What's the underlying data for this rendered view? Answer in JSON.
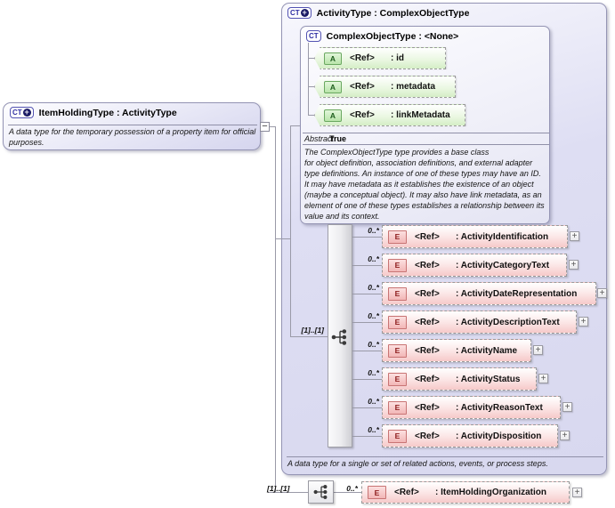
{
  "item_holding_type": {
    "title": "ItemHoldingType : ActivityType",
    "description": "A data type for the temporary possession of a property item for official\npurposes."
  },
  "activity_type": {
    "title": "ActivityType : ComplexObjectType",
    "footer_annotation": "A data type for a single or set of related actions, events, or process steps.",
    "base": {
      "title": "ComplexObjectType : <None>",
      "attributes": [
        {
          "ref": "<Ref>",
          "name": ": id"
        },
        {
          "ref": "<Ref>",
          "name": ": metadata"
        },
        {
          "ref": "<Ref>",
          "name": ": linkMetadata"
        }
      ],
      "abstract_label": "Abstract",
      "abstract_value": "True",
      "annotation": "The ComplexObjectType type provides a base class\nfor object definition, association definitions, and external adapter\ntype definitions. An instance of one of these types may have an ID.\nIt may have metadata as it establishes the existence of an object\n(maybe a conceptual object). It may also have link metadata, as an\nelement of one of these types establishes a relationship between its\nvalue and its context."
    },
    "sequence": {
      "cardinality": "[1]..[1]",
      "elements": [
        {
          "occurs": "0..*",
          "ref": "<Ref>",
          "name": ": ActivityIdentification"
        },
        {
          "occurs": "0..*",
          "ref": "<Ref>",
          "name": ": ActivityCategoryText"
        },
        {
          "occurs": "0..*",
          "ref": "<Ref>",
          "name": ": ActivityDateRepresentation"
        },
        {
          "occurs": "0..*",
          "ref": "<Ref>",
          "name": ": ActivityDescriptionText"
        },
        {
          "occurs": "0..*",
          "ref": "<Ref>",
          "name": ": ActivityName"
        },
        {
          "occurs": "0..*",
          "ref": "<Ref>",
          "name": ": ActivityStatus"
        },
        {
          "occurs": "0..*",
          "ref": "<Ref>",
          "name": ": ActivityReasonText"
        },
        {
          "occurs": "0..*",
          "ref": "<Ref>",
          "name": ": ActivityDisposition"
        }
      ]
    }
  },
  "item_holding_sequence": {
    "cardinality": "[1]..[1]",
    "occurs": "0..*",
    "element": {
      "ref": "<Ref>",
      "name": ": ItemHoldingOrganization"
    }
  },
  "icons": {
    "complex_type_label": "CT",
    "attribute_letter": "A",
    "element_letter": "E",
    "plus_glyph": "+",
    "collapse_glyph": "−",
    "expand_glyph": "+"
  },
  "colors": {
    "box_lavender": "#dcdcf2",
    "box_border": "#9494b4",
    "attribute_green": "#b9e4aa",
    "element_pink": "#f2b6b6",
    "connector_gray": "#9a9aa8",
    "ct_blue": "#2e2ea2"
  }
}
